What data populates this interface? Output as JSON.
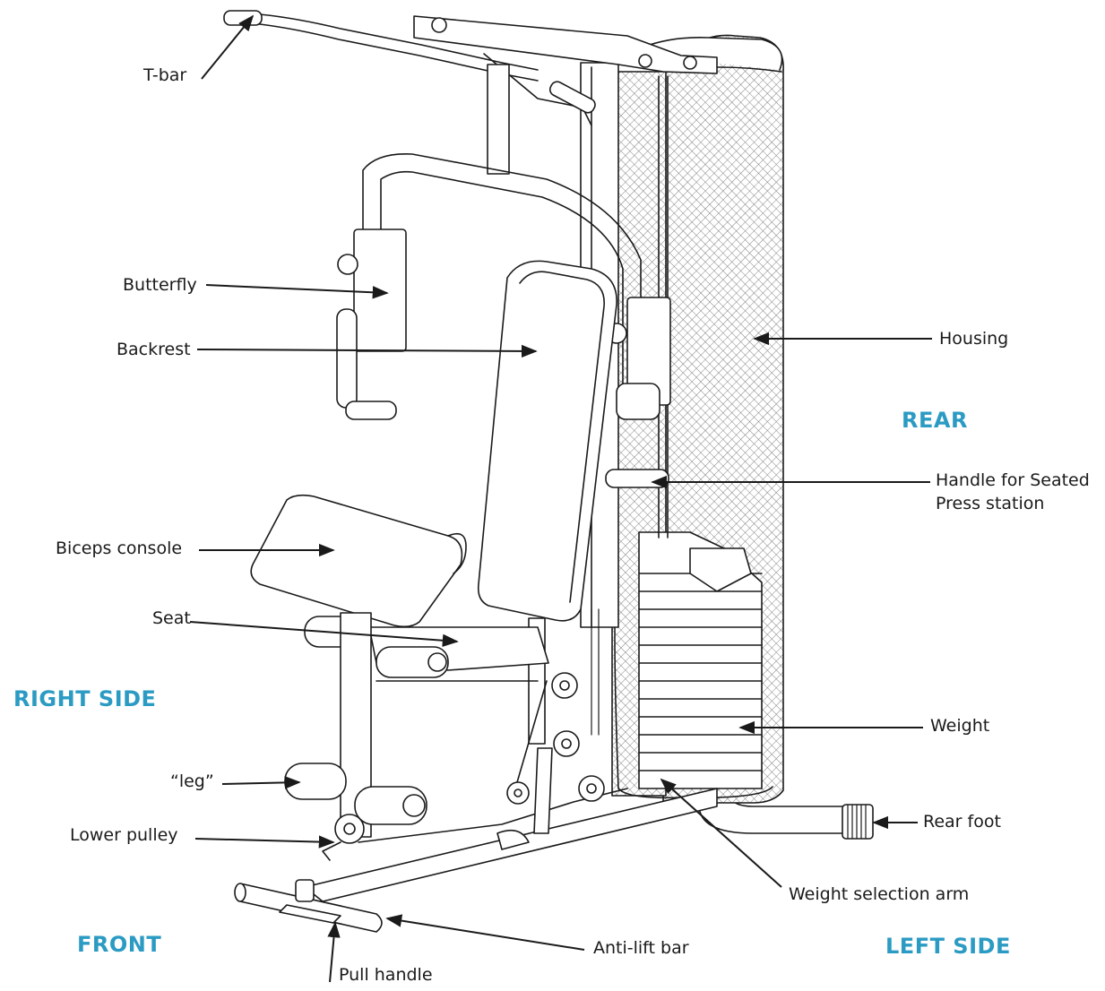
{
  "colors": {
    "side_label": "#2b9bc3",
    "line": "#1a1a1a",
    "mesh": "#6f6f6f"
  },
  "labels": {
    "t_bar": "T-bar",
    "butterfly": "Butterfly",
    "backrest": "Backrest",
    "housing": "Housing",
    "handle_line1": "Handle for Seated",
    "handle_line2": "Press station",
    "biceps_console": "Biceps console",
    "seat": "Seat",
    "weight": "Weight",
    "leg": "“leg”",
    "lower_pulley": "Lower pulley",
    "rear_foot": "Rear foot",
    "weight_selection_arm": "Weight selection arm",
    "anti_lift_bar": "Anti-lift bar",
    "pull_handle": "Pull handle"
  },
  "sides": {
    "rear": "REAR",
    "right_side": "RIGHT SIDE",
    "front": "FRONT",
    "left_side": "LEFT SIDE"
  }
}
